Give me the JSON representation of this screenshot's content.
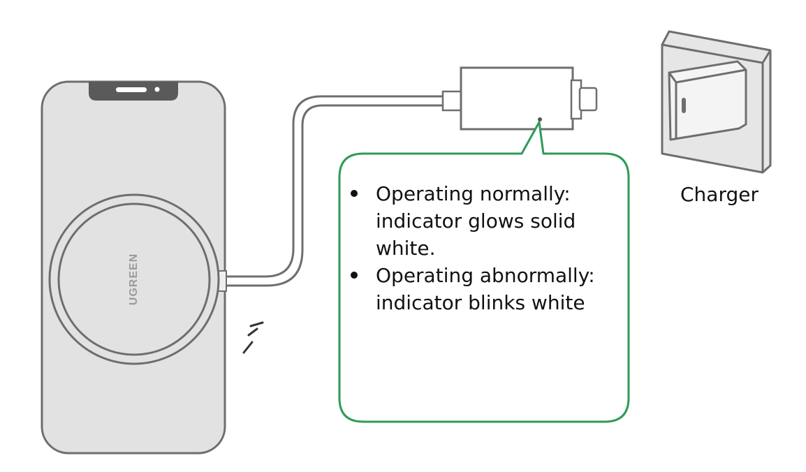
{
  "brand": {
    "logo_text": "UGREEN"
  },
  "callout": {
    "items": [
      {
        "text": "Operating normally: indicator glows solid white."
      },
      {
        "text": "Operating abnormally: indicator blinks white"
      }
    ]
  },
  "charger": {
    "label": "Charger"
  },
  "colors": {
    "callout_border": "#2e9a57",
    "line": "#6e6e6e",
    "phone_fill": "#e2e2e2",
    "notch": "#5a5a5a",
    "text": "#111111"
  },
  "icons": [
    "phone-icon",
    "wireless-charger-pad-icon",
    "usb-c-connector-icon",
    "wall-charger-icon",
    "vibration-marks-icon"
  ]
}
